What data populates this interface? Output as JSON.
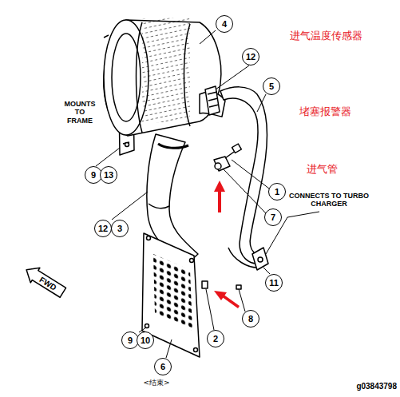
{
  "diagram": {
    "nodes": [
      {
        "text": [
          "4"
        ]
      },
      {
        "text": [
          "12"
        ]
      },
      {
        "text": [
          "5"
        ]
      },
      {
        "text": [
          "1"
        ]
      },
      {
        "text": [
          "7"
        ]
      },
      {
        "text": [
          "9"
        ]
      },
      {
        "text": [
          "13"
        ]
      },
      {
        "text": [
          "12"
        ]
      },
      {
        "text": [
          "3"
        ]
      },
      {
        "text": [
          "FWD"
        ]
      },
      {
        "text": [
          "11"
        ]
      },
      {
        "text": [
          "8"
        ]
      },
      {
        "text": [
          "2"
        ]
      },
      {
        "text": [
          "9"
        ]
      },
      {
        "text": [
          "10"
        ]
      },
      {
        "text": [
          "6"
        ]
      }
    ],
    "labels": [
      "进气温度传感器",
      "堵塞报警器",
      "进气管",
      "MOUNTS TO FRAME",
      "CONNECTS TO TURBO CHARGER",
      "<结束>",
      "g03843798"
    ]
  }
}
